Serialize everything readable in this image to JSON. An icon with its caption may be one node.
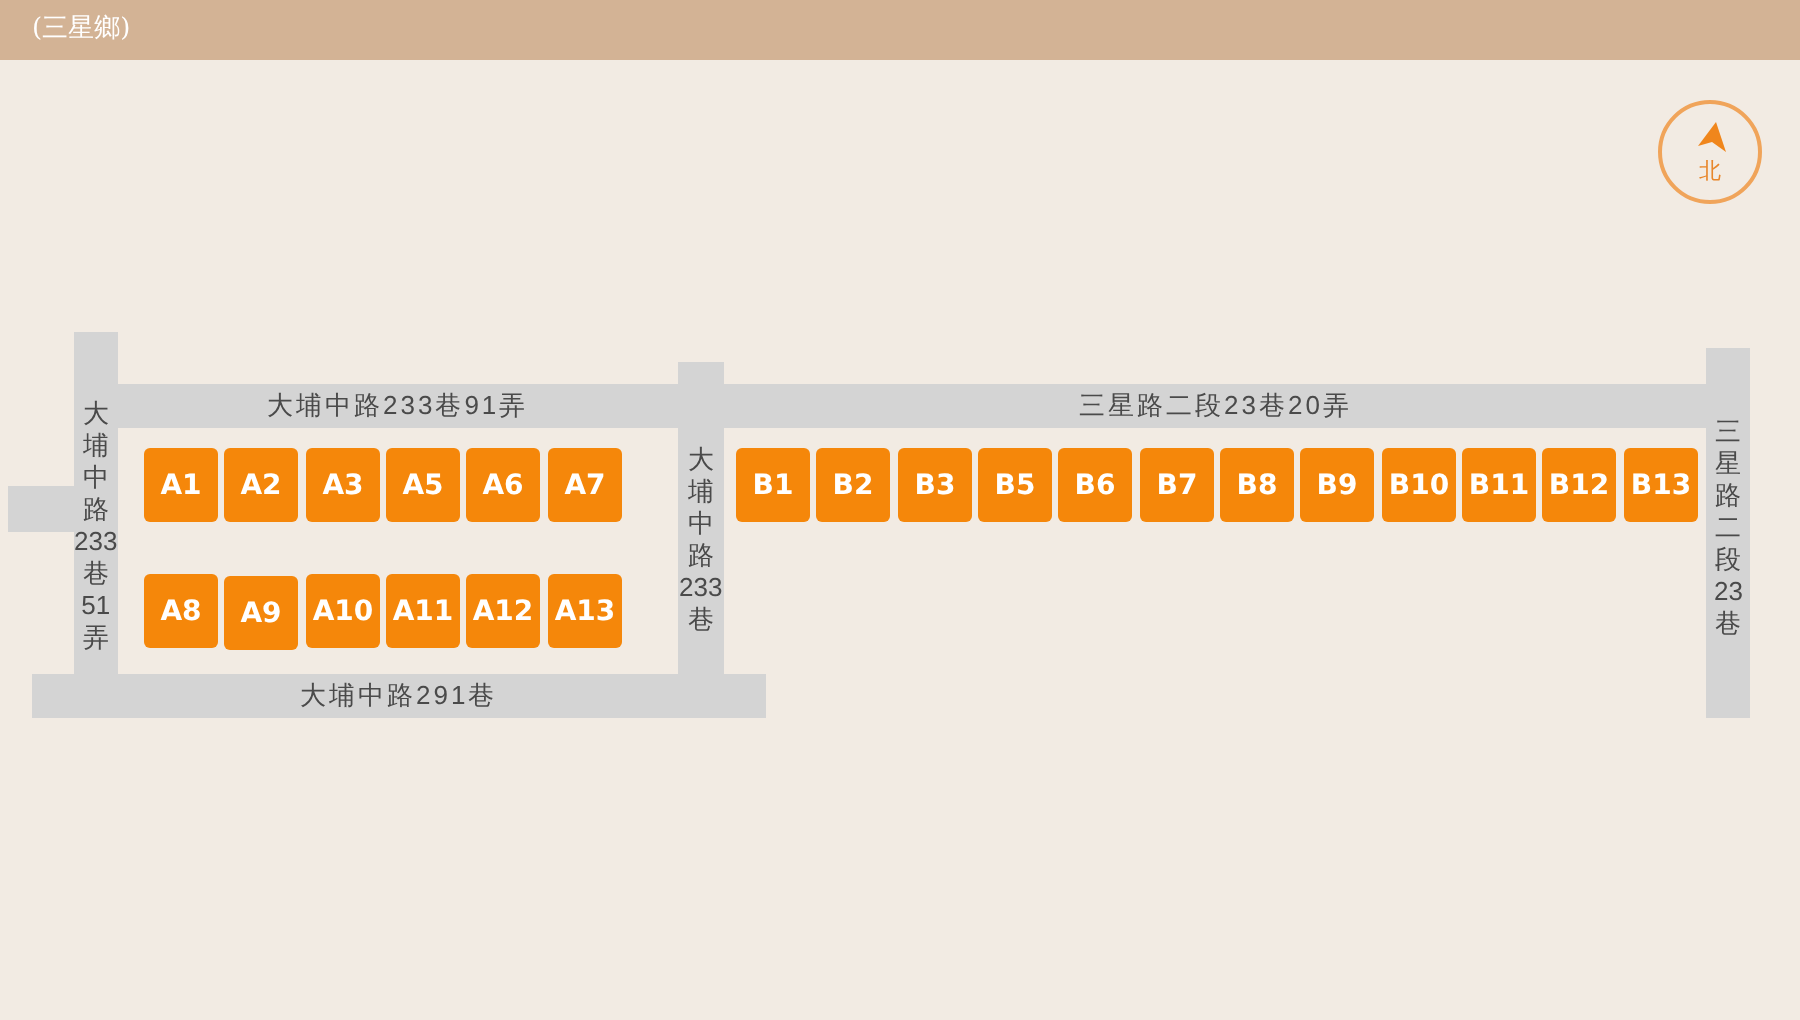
{
  "diagram": {
    "title": "(三星鄉)",
    "nodes": [
      {
        "text": [
          "北"
        ]
      },
      {
        "text": [
          "大埔中路233巷91弄"
        ]
      },
      {
        "text": [
          "三星路二段23巷20弄"
        ]
      },
      {
        "text": [
          "大埔中路233巷51弄"
        ]
      },
      {
        "text": [
          "A1"
        ]
      },
      {
        "text": [
          "A2"
        ]
      },
      {
        "text": [
          "A3"
        ]
      },
      {
        "text": [
          "A5"
        ]
      },
      {
        "text": [
          "A6"
        ]
      },
      {
        "text": [
          "A7"
        ]
      },
      {
        "text": [
          "大埔中路233巷"
        ]
      },
      {
        "text": [
          "B1"
        ]
      },
      {
        "text": [
          "B2"
        ]
      },
      {
        "text": [
          "B3"
        ]
      },
      {
        "text": [
          "B5"
        ]
      },
      {
        "text": [
          "B6"
        ]
      },
      {
        "text": [
          "B7"
        ]
      },
      {
        "text": [
          "B8"
        ]
      },
      {
        "text": [
          "B9"
        ]
      },
      {
        "text": [
          "B10"
        ]
      },
      {
        "text": [
          "B11"
        ]
      },
      {
        "text": [
          "B12"
        ]
      },
      {
        "text": [
          "B13"
        ]
      },
      {
        "text": [
          "三星路二段23巷"
        ]
      },
      {
        "text": [
          "A8"
        ]
      },
      {
        "text": [
          "A9"
        ]
      },
      {
        "text": [
          "A10"
        ]
      },
      {
        "text": [
          "A11"
        ]
      },
      {
        "text": [
          "A12"
        ]
      },
      {
        "text": [
          "A13"
        ]
      },
      {
        "text": [
          "大埔中路291巷"
        ]
      }
    ]
  }
}
